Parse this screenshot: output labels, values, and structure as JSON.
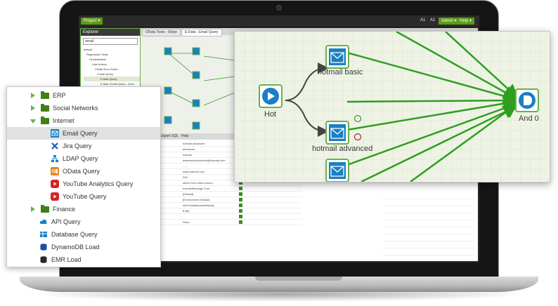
{
  "app": {
    "menu": {
      "project_label": "Project ▾",
      "user_a1": "A1",
      "user_a2": "A1",
      "admin_label": "Admin ▾",
      "help_label": "Help ▾"
    },
    "explorer": {
      "title": "Explorer",
      "search_value": "email",
      "tree_lines": [
        "default",
        "Regression Tests",
        "Orchestration",
        "Last Unison",
        "CData Non-OAuth",
        "Email Query",
        "E-Mail Query",
        "E-Mail: Email Query - Orch"
      ]
    },
    "tabs": [
      "OData Tests - Stripe",
      "E-Data - Email Query"
    ],
    "bottom_tabs": [
      "Export",
      "SQL",
      "Help"
    ],
    "bottom_rows": [
      {
        "name": "",
        "value": "hotmail advanced"
      },
      {
        "name": "",
        "value": "advanced"
      },
      {
        "name": "",
        "value": "outlook"
      },
      {
        "name": "",
        "value": "dataexecutionunted@hotmail.com"
      },
      {
        "name": "",
        "value": "......"
      },
      {
        "name": "",
        "value": "imap.outlook.com"
      },
      {
        "name": "",
        "value": "993"
      },
      {
        "name": "",
        "value": "select from inbox.mins.s"
      },
      {
        "name": "",
        "value": "IncludeMessage True"
      },
      {
        "name": "",
        "value": "[Default]"
      },
      {
        "name": "",
        "value": "[Environment Default]"
      },
      {
        "name": "",
        "value": "stc5:emailaccessdefaulty"
      },
      {
        "name": "",
        "value": "$ (M)"
      },
      {
        "name": "",
        "value": ""
      },
      {
        "name": "",
        "value": "None"
      }
    ],
    "zoomed_flow": {
      "nodes": [
        {
          "label": "Hot",
          "icon": "play-icon"
        },
        {
          "label": "hotmail basic",
          "icon": "email-icon"
        },
        {
          "label": "hotmail advanced",
          "icon": "email-icon"
        },
        {
          "label": "",
          "icon": "email-icon"
        },
        {
          "label": "And 0",
          "icon": "and-icon"
        }
      ],
      "colors": {
        "accent": "#2f9e1f",
        "node_border": "#6ab04c",
        "node_fill": "#1a7fc4",
        "grid": "#d8e3c8"
      }
    },
    "component_tree": {
      "items": [
        {
          "label": "ERP",
          "kind": "folder",
          "expanded": false
        },
        {
          "label": "Social Networks",
          "kind": "folder",
          "expanded": false
        },
        {
          "label": "Internet",
          "kind": "folder",
          "expanded": true
        },
        {
          "label": "Email Query",
          "kind": "email-icon",
          "selected": true
        },
        {
          "label": "Jira Query",
          "kind": "jira-icon"
        },
        {
          "label": "LDAP Query",
          "kind": "ldap-icon"
        },
        {
          "label": "OData Query",
          "kind": "odata-icon"
        },
        {
          "label": "YouTube Analytics Query",
          "kind": "youtube-icon"
        },
        {
          "label": "YouTube Query",
          "kind": "youtube-icon"
        },
        {
          "label": "Finance",
          "kind": "folder",
          "expanded": false
        },
        {
          "label": "API Query",
          "kind": "cloud-icon"
        },
        {
          "label": "Database Query",
          "kind": "database-icon"
        },
        {
          "label": "DynamoDB Load",
          "kind": "dynamodb-icon"
        },
        {
          "label": "EMR Load",
          "kind": "emr-icon"
        }
      ]
    }
  }
}
